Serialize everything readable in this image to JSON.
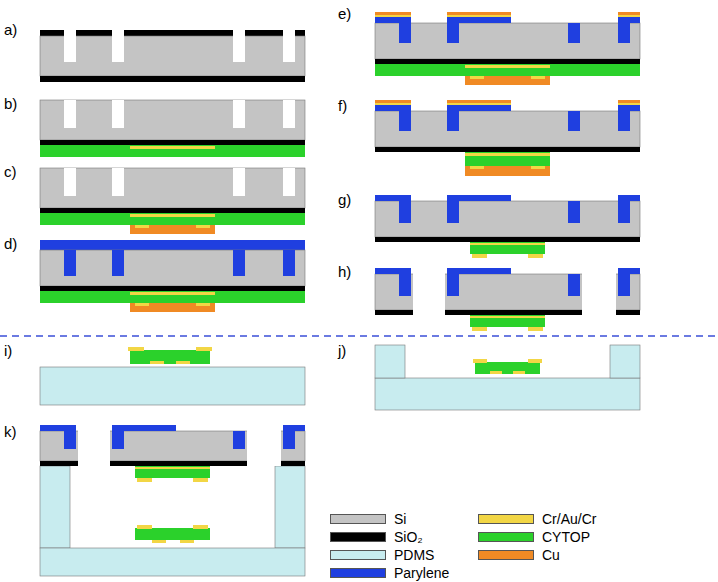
{
  "diagram": {
    "labels": [
      "a)",
      "b)",
      "c)",
      "d)",
      "e)",
      "f)",
      "g)",
      "h)",
      "i)",
      "j)",
      "k)"
    ],
    "legend": [
      {
        "text": "Si",
        "color": "#c4c4c4"
      },
      {
        "text": "SiO₂",
        "color": "#000000"
      },
      {
        "text": "PDMS",
        "color": "#c8ecef"
      },
      {
        "text": "Parylene",
        "color": "#1f3fe0"
      },
      {
        "text": "Cr/Au/Cr",
        "color": "#f2d645"
      },
      {
        "text": "CYTOP",
        "color": "#2bd12b"
      },
      {
        "text": "Cu",
        "color": "#f08a24"
      }
    ]
  }
}
